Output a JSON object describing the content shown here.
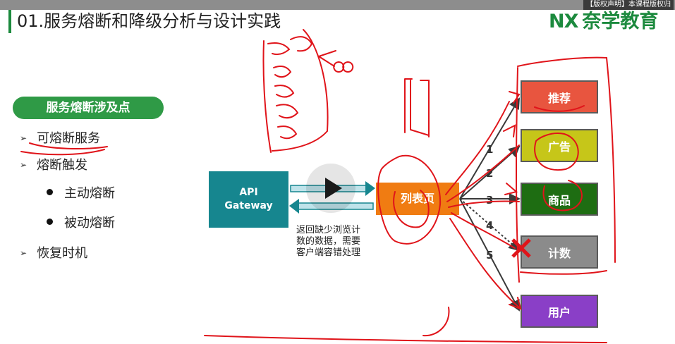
{
  "topbar": {
    "text": "【版权声明】本课程版权归"
  },
  "header": {
    "title": "01.服务熔断和降级分析与设计实践",
    "logo_mark": "NX",
    "logo_text": "奈学教育"
  },
  "left_panel": {
    "heading": "服务熔断涉及点",
    "items": [
      {
        "label": "可熔断服务",
        "level": 1
      },
      {
        "label": "熔断触发",
        "level": 1
      },
      {
        "label": "主动熔断",
        "level": 2
      },
      {
        "label": "被动熔断",
        "level": 2
      },
      {
        "label": "恢复时机",
        "level": 1
      }
    ]
  },
  "diagram": {
    "api_gateway": {
      "line1": "API",
      "line2": "Gateway"
    },
    "list_page": "列表页",
    "services": [
      {
        "label": "推荐",
        "color": "#e8553f"
      },
      {
        "label": "广告",
        "color": "#c6c619"
      },
      {
        "label": "商品",
        "color": "#1e6d12"
      },
      {
        "label": "计数",
        "color": "#8b8b8b"
      },
      {
        "label": "用户",
        "color": "#8a3fc7"
      }
    ],
    "edge_numbers": [
      "1",
      "2",
      "3",
      "4",
      "5"
    ],
    "note_lines": [
      "返回缺少浏览计",
      "数的数据，需要",
      "客户端容错处理"
    ]
  },
  "annotation_colors": {
    "ink": "#e0141a"
  }
}
